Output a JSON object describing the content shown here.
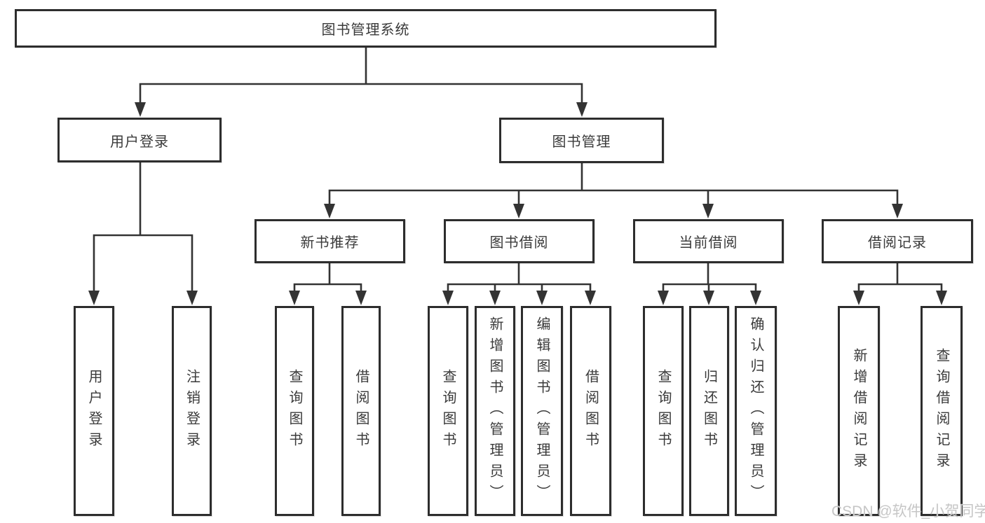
{
  "colors": {
    "line": "#333333",
    "box_border": "#2d2d2d",
    "box_fill": "#ffffff",
    "text": "#3a3a3a",
    "watermark": "#c6c6c6"
  },
  "watermark": {
    "text": "CSDN @软件_小贺同学"
  },
  "tree": {
    "root": {
      "label": "图书管理系统",
      "children": [
        {
          "label": "用户登录",
          "children": [
            {
              "label": "用户登录"
            },
            {
              "label": "注销登录"
            }
          ]
        },
        {
          "label": "图书管理",
          "children": [
            {
              "label": "新书推荐",
              "children": [
                {
                  "label": "查询图书"
                },
                {
                  "label": "借阅图书"
                }
              ]
            },
            {
              "label": "图书借阅",
              "children": [
                {
                  "label": "查询图书"
                },
                {
                  "label": "新增图书（管理员）"
                },
                {
                  "label": "编辑图书（管理员）"
                },
                {
                  "label": "借阅图书"
                }
              ]
            },
            {
              "label": "当前借阅",
              "children": [
                {
                  "label": "查询图书"
                },
                {
                  "label": "归还图书"
                },
                {
                  "label": "确认归还（管理员）"
                }
              ]
            },
            {
              "label": "借阅记录",
              "children": [
                {
                  "label": "新增借阅记录"
                },
                {
                  "label": "查询借阅记录"
                }
              ]
            }
          ]
        }
      ]
    }
  }
}
